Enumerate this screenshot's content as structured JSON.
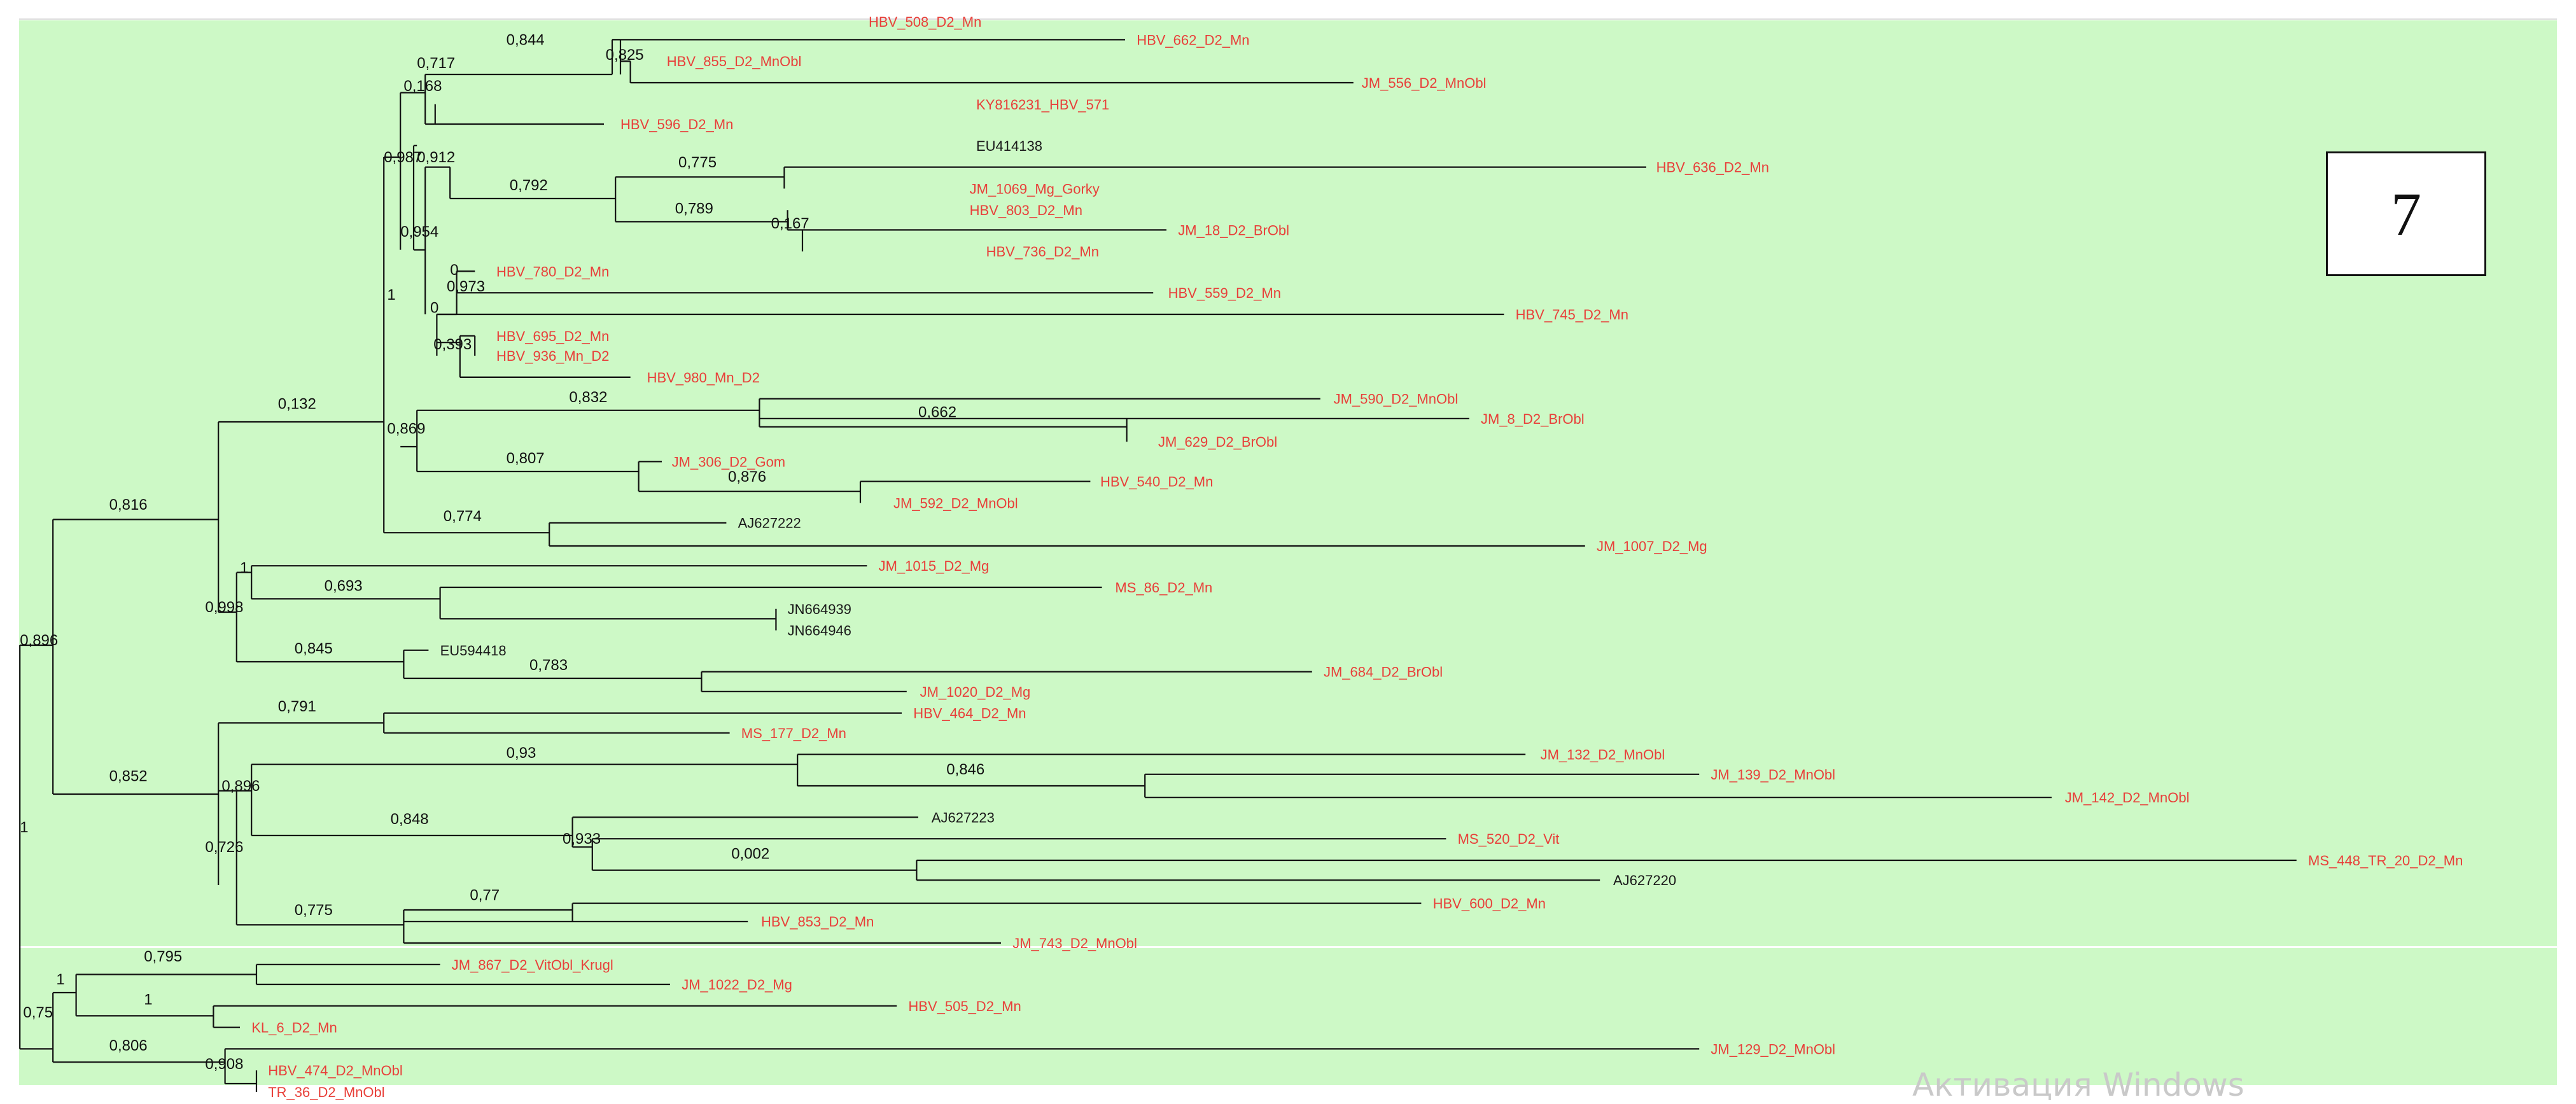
{
  "panel_number": "7",
  "watermark_text": "Активация Windows",
  "colors": {
    "background": "#cdf9c6",
    "label_red": "#e8403a",
    "label_black": "#1a1a1a",
    "branch": "#111111"
  },
  "leaf_labels": [
    {
      "text": "HBV_508_D2_Mn",
      "color": "red"
    },
    {
      "text": "HBV_662_D2_Mn",
      "color": "red"
    },
    {
      "text": "HBV_855_D2_MnObl",
      "color": "red"
    },
    {
      "text": "JM_556_D2_MnObl",
      "color": "red"
    },
    {
      "text": "KY816231_HBV_571",
      "color": "red"
    },
    {
      "text": "HBV_596_D2_Mn",
      "color": "red"
    },
    {
      "text": "EU414138",
      "color": "black"
    },
    {
      "text": "HBV_636_D2_Mn",
      "color": "red"
    },
    {
      "text": "JM_1069_Mg_Gorky",
      "color": "red"
    },
    {
      "text": "HBV_803_D2_Mn",
      "color": "red"
    },
    {
      "text": "JM_18_D2_BrObl",
      "color": "red"
    },
    {
      "text": "HBV_736_D2_Mn",
      "color": "red"
    },
    {
      "text": "HBV_780_D2_Mn",
      "color": "red"
    },
    {
      "text": "HBV_559_D2_Mn",
      "color": "red"
    },
    {
      "text": "HBV_745_D2_Mn",
      "color": "red"
    },
    {
      "text": "HBV_695_D2_Mn",
      "color": "red"
    },
    {
      "text": "HBV_936_Mn_D2",
      "color": "red"
    },
    {
      "text": "HBV_980_Mn_D2",
      "color": "red"
    },
    {
      "text": "JM_590_D2_MnObl",
      "color": "red"
    },
    {
      "text": "JM_8_D2_BrObl",
      "color": "red"
    },
    {
      "text": "JM_629_D2_BrObl",
      "color": "red"
    },
    {
      "text": "JM_306_D2_Gom",
      "color": "red"
    },
    {
      "text": "HBV_540_D2_Mn",
      "color": "red"
    },
    {
      "text": "JM_592_D2_MnObl",
      "color": "red"
    },
    {
      "text": "AJ627222",
      "color": "black"
    },
    {
      "text": "JM_1007_D2_Mg",
      "color": "red"
    },
    {
      "text": "JM_1015_D2_Mg",
      "color": "red"
    },
    {
      "text": "MS_86_D2_Mn",
      "color": "red"
    },
    {
      "text": "JN664939",
      "color": "black"
    },
    {
      "text": "JN664946",
      "color": "black"
    },
    {
      "text": "EU594418",
      "color": "black"
    },
    {
      "text": "JM_684_D2_BrObl",
      "color": "red"
    },
    {
      "text": "JM_1020_D2_Mg",
      "color": "red"
    },
    {
      "text": "HBV_464_D2_Mn",
      "color": "red"
    },
    {
      "text": "MS_177_D2_Mn",
      "color": "red"
    },
    {
      "text": "JM_132_D2_MnObl",
      "color": "red"
    },
    {
      "text": "JM_139_D2_MnObl",
      "color": "red"
    },
    {
      "text": "JM_142_D2_MnObl",
      "color": "red"
    },
    {
      "text": "AJ627223",
      "color": "black"
    },
    {
      "text": "MS_520_D2_Vit",
      "color": "red"
    },
    {
      "text": "MS_448_TR_20_D2_Mn",
      "color": "red"
    },
    {
      "text": "AJ627220",
      "color": "black"
    },
    {
      "text": "HBV_600_D2_Mn",
      "color": "red"
    },
    {
      "text": "HBV_853_D2_Mn",
      "color": "red"
    },
    {
      "text": "JM_743_D2_MnObl",
      "color": "red"
    },
    {
      "text": "JM_867_D2_VitObl_Krugl",
      "color": "red"
    },
    {
      "text": "JM_1022_D2_Mg",
      "color": "red"
    },
    {
      "text": "HBV_505_D2_Mn",
      "color": "red"
    },
    {
      "text": "KL_6_D2_Mn",
      "color": "red"
    },
    {
      "text": "JM_129_D2_MnObl",
      "color": "red"
    },
    {
      "text": "HBV_474_D2_MnObl",
      "color": "red"
    },
    {
      "text": "TR_36_D2_MnObl",
      "color": "red"
    }
  ],
  "support_values": [
    "0,844",
    "0,825",
    "0,717",
    "0,168",
    "0,987",
    "0,912",
    "0,792",
    "0,775",
    "0,789",
    "0,167",
    "0,954",
    "0",
    "0,973",
    "0",
    "0,393",
    "1",
    "0,832",
    "0,662",
    "0,869",
    "0,807",
    "0,876",
    "0,132",
    "0,774",
    "0,816",
    "1",
    "0,693",
    "0,998",
    "0,845",
    "0,783",
    "0,896",
    "0,791",
    "0,93",
    "0,846",
    "0,896",
    "0,848",
    "0,933",
    "0,002",
    "0,726",
    "0,852",
    "0,775",
    "0,77",
    "1",
    "0,795",
    "1",
    "0,75",
    "0,806",
    "0,908",
    "1"
  ]
}
